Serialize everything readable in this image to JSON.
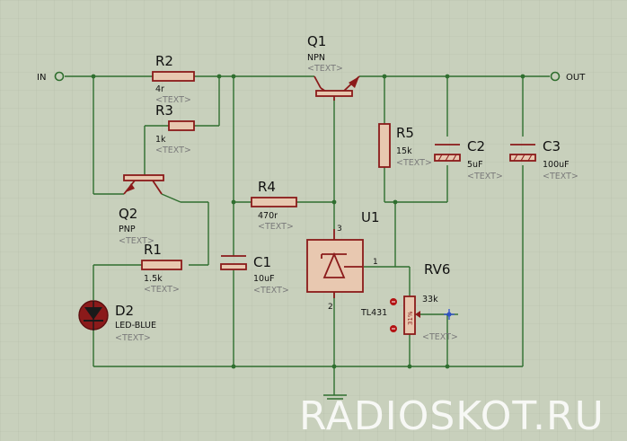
{
  "ports": {
    "in": "IN",
    "out": "OUT"
  },
  "components": {
    "q1": {
      "ref": "Q1",
      "value": "NPN",
      "text": "<TEXT>"
    },
    "q2": {
      "ref": "Q2",
      "value": "PNP",
      "text": "<TEXT>"
    },
    "r2": {
      "ref": "R2",
      "value": "4r",
      "text": "<TEXT>"
    },
    "r3": {
      "ref": "R3",
      "value": "1k",
      "text": "<TEXT>"
    },
    "r4": {
      "ref": "R4",
      "value": "470r",
      "text": "<TEXT>"
    },
    "r1": {
      "ref": "R1",
      "value": "1.5k",
      "text": "<TEXT>"
    },
    "r5": {
      "ref": "R5",
      "value": "15k",
      "text": "<TEXT>"
    },
    "c1": {
      "ref": "C1",
      "value": "10uF",
      "text": "<TEXT>"
    },
    "c2": {
      "ref": "C2",
      "value": "5uF",
      "text": "<TEXT>"
    },
    "c3": {
      "ref": "C3",
      "value": "100uF",
      "text": "<TEXT>"
    },
    "d2": {
      "ref": "D2",
      "value": "LED-BLUE",
      "text": "<TEXT>"
    },
    "u1": {
      "ref": "U1",
      "value": "TL431",
      "pin1": "1",
      "pin2": "2",
      "pin3": "3"
    },
    "rv6": {
      "ref": "RV6",
      "value": "33k",
      "text": "<TEXT>",
      "wiper": "31%"
    }
  },
  "watermark": "RADIOSKOT.RU",
  "colors": {
    "background": "#c8d0bc",
    "wire": "#2f6e2f",
    "component": "#8b1a1a",
    "fill": "#e8c8b0"
  }
}
